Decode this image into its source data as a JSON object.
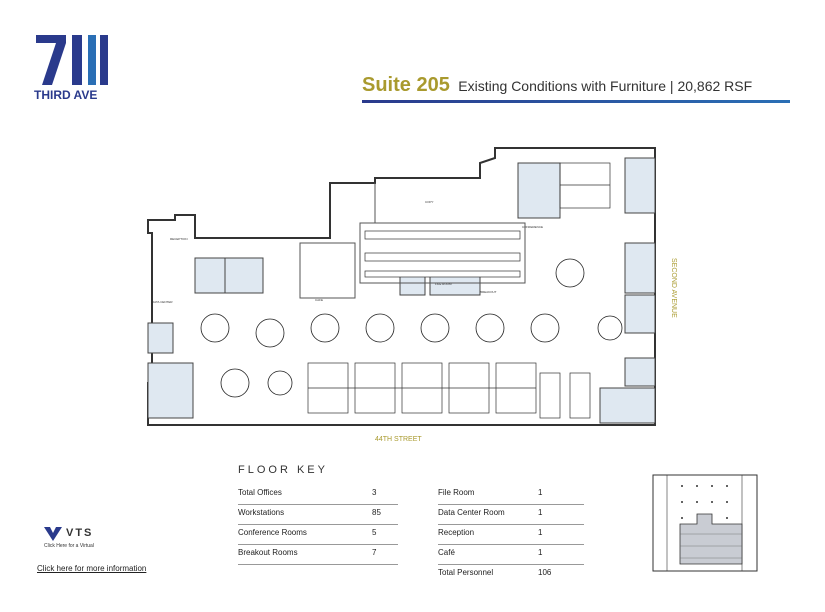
{
  "logo": {
    "number": "711",
    "sub": "THIRD AVE"
  },
  "header": {
    "suite": "Suite 205",
    "subtitle": "Existing Conditions with Furniture | 20,862 RSF"
  },
  "plan": {
    "street_bottom": "44TH STREET",
    "street_right": "SECOND AVENUE",
    "room_labels": [
      "RECEPTION",
      "COPY",
      "CAFE",
      "FILE ROOM",
      "CONFERENCE",
      "DATA CENTER",
      "BREAKOUT"
    ]
  },
  "floor_key": {
    "title": "FLOOR KEY",
    "left": [
      {
        "label": "Total Offices",
        "value": "3"
      },
      {
        "label": "Workstations",
        "value": "85"
      },
      {
        "label": "Conference Rooms",
        "value": "5"
      },
      {
        "label": "Breakout Rooms",
        "value": "7"
      }
    ],
    "right": [
      {
        "label": "File Room",
        "value": "1"
      },
      {
        "label": "Data Center Room",
        "value": "1"
      },
      {
        "label": "Reception",
        "value": "1"
      },
      {
        "label": "Café",
        "value": "1"
      },
      {
        "label": "Total Personnel",
        "value": "106"
      }
    ]
  },
  "vts": {
    "label": "VTS",
    "virtual": "Click Here for a Virtual"
  },
  "more_info": "Click here for more information",
  "colors": {
    "brand_blue": "#2a3a8c",
    "accent_gold": "#a99a2e",
    "room_fill": "#dfe8f1"
  }
}
